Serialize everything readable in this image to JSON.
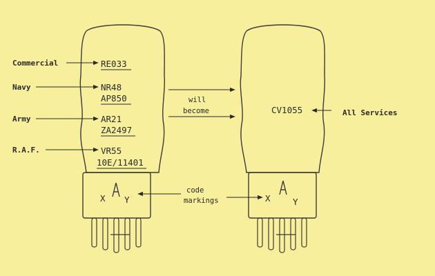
{
  "left_tube": {
    "services": {
      "commercial": "Commercial",
      "navy": "Navy",
      "army": "Army",
      "raf": "R.A.F."
    },
    "codes": {
      "commercial": "RE033",
      "navy_1": "NR48",
      "navy_2": "AP850",
      "army_1": "AR21",
      "army_2": "ZA2497",
      "raf_1": "VR55",
      "raf_2": "10E/11401"
    },
    "base_marks": {
      "x": "X",
      "y": "Y"
    }
  },
  "transition": {
    "line1": "will",
    "line2": "become"
  },
  "right_tube": {
    "code": "CV1055",
    "service": "All Services",
    "base_marks": {
      "x": "X",
      "y": "Y"
    }
  },
  "center_note": {
    "line1": "code",
    "line2": "markings"
  },
  "colors": {
    "background": "#f8ef9d",
    "ink": "#2a2a2a"
  }
}
